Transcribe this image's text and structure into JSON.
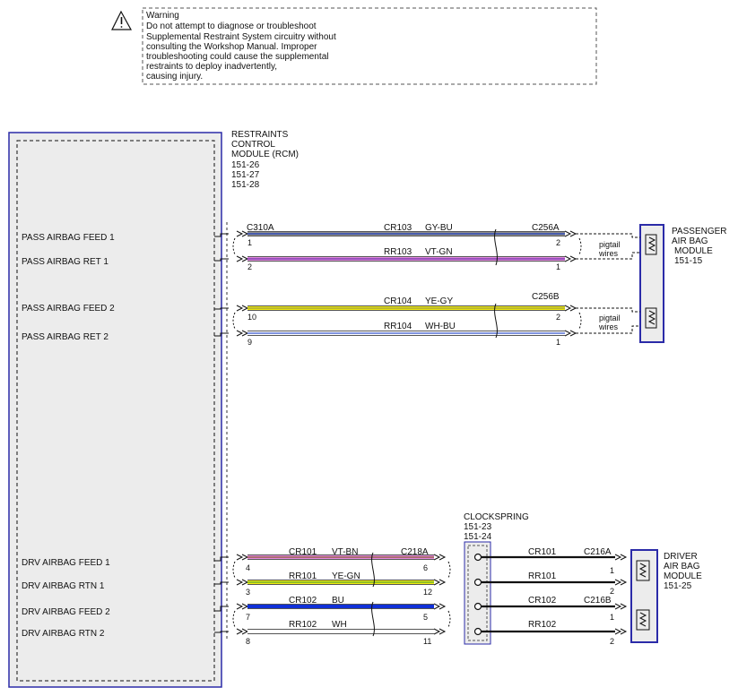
{
  "warning": {
    "lines": [
      "Warning",
      "Do not attempt to diagnose or troubleshoot",
      "Supplemental Restraint System circuitry without",
      "consulting the Workshop Manual. Improper",
      "troubleshooting could cause the supplemental",
      "restraints to deploy inadvertently,",
      "causing injury."
    ],
    "icon": "warning-triangle-icon"
  },
  "rcm": {
    "label_lines": [
      "RESTRAINTS",
      "CONTROL",
      "MODULE (RCM)",
      "151-26",
      "151-27",
      "151-28"
    ],
    "pins": [
      "PASS AIRBAG FEED 1",
      "PASS AIRBAG RET 1",
      "PASS AIRBAG FEED 2",
      "PASS AIRBAG RET 2",
      "DRV AIRBAG FEED 1",
      "DRV AIRBAG RTN 1",
      "DRV AIRBAG FEED 2",
      "DRV AIRBAG RTN 2"
    ]
  },
  "connectors": {
    "c310a": "C310A",
    "c256a": "C256A",
    "c256b": "C256B",
    "c218a": "C218A",
    "c216a": "C216A",
    "c216b": "C216B"
  },
  "circuits": [
    {
      "circuit": "CR103",
      "color": "GY-BU",
      "rcm_pin": "1",
      "far_pin": "2",
      "primary": "#8f8f8f",
      "stripe": "#1f3fbf"
    },
    {
      "circuit": "RR103",
      "color": "VT-GN",
      "rcm_pin": "2",
      "far_pin": "1",
      "primary": "#e58be0",
      "stripe": "#6a2da8"
    },
    {
      "circuit": "CR104",
      "color": "YE-GY",
      "rcm_pin": "10",
      "far_pin": "2",
      "primary": "#f0ea10",
      "stripe": "#9a9a40"
    },
    {
      "circuit": "RR104",
      "color": "WH-BU",
      "rcm_pin": "9",
      "far_pin": "1",
      "primary": "#ffffff",
      "stripe": "#3555cc"
    },
    {
      "circuit": "CR101",
      "color": "VT-BN",
      "rcm_pin": "4",
      "far_pin": "6",
      "primary": "#e58be0",
      "stripe": "#8a5a30"
    },
    {
      "circuit": "RR101",
      "color": "YE-GN",
      "rcm_pin": "3",
      "far_pin": "12",
      "primary": "#f0ea10",
      "stripe": "#5aa830"
    },
    {
      "circuit": "CR102",
      "color": "BU",
      "rcm_pin": "7",
      "far_pin": "5",
      "primary": "#1030d8",
      "stripe": "#1030d8"
    },
    {
      "circuit": "RR102",
      "color": "WH",
      "rcm_pin": "8",
      "far_pin": "11",
      "primary": "#ffffff",
      "stripe": "#ffffff"
    }
  ],
  "pigtail": [
    "pigtail",
    "wires"
  ],
  "passenger_module": {
    "label_lines": [
      "PASSENGER",
      "AIR BAG",
      "MODULE",
      "151-15"
    ]
  },
  "clockspring": {
    "label_lines": [
      "CLOCKSPRING",
      "151-23",
      "151-24"
    ]
  },
  "driver_wires": [
    {
      "circuit": "CR101",
      "pin": "1"
    },
    {
      "circuit": "RR101",
      "pin": "2"
    },
    {
      "circuit": "CR102",
      "pin": "1"
    },
    {
      "circuit": "RR102",
      "pin": "2"
    }
  ],
  "driver_module": {
    "label_lines": [
      "DRIVER",
      "AIR BAG",
      "MODULE",
      "151-25"
    ]
  },
  "colors": {
    "module_border": "#2b2ba8",
    "module_fill": "#ececec",
    "ink": "#111111"
  }
}
